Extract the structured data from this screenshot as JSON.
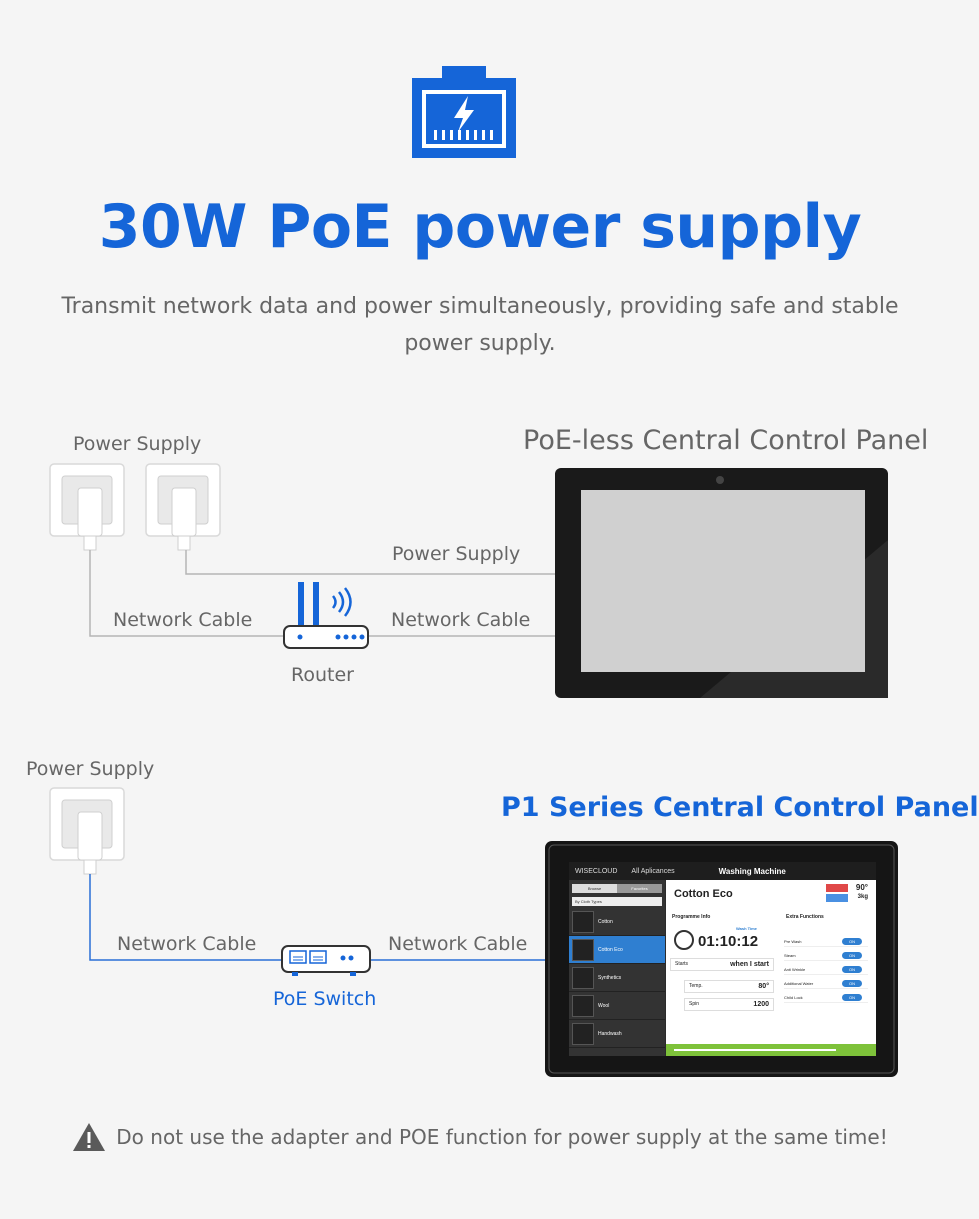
{
  "colors": {
    "accent": "#1565d8",
    "text": "#666666",
    "line_gray": "#b5b5b5",
    "line_blue": "#2a6fd6",
    "background": "#f5f5f5"
  },
  "icons": {
    "hero": "ethernet-port-lightning-icon",
    "warning": "warning-triangle-icon"
  },
  "header": {
    "title": "30W PoE power supply",
    "subtitle": "Transmit network data and power simultaneously, providing safe and stable power supply."
  },
  "diagram_top": {
    "panel_title": "PoE-less Central Control Panel",
    "power_supply_label": "Power Supply",
    "power_supply_line_label": "Power Supply",
    "network_cable_left": "Network Cable",
    "network_cable_right": "Network Cable",
    "router_label": "Router"
  },
  "diagram_bottom": {
    "panel_title": "P1 Series Central Control Panel",
    "power_supply_label": "Power Supply",
    "network_cable_left": "Network Cable",
    "network_cable_right": "Network Cable",
    "switch_label": "PoE Switch"
  },
  "p1_screen": {
    "brand": "WISECLOUD",
    "nav": "All Aplicances",
    "device": "Washing Machine",
    "tabs": [
      "Browse",
      "Favorites"
    ],
    "sort": "By Cloth Types",
    "programs": [
      "Cotton",
      "Cotton Eco",
      "Synthetics",
      "Wool",
      "Handwash"
    ],
    "selected_program": "Cotton Eco",
    "temperature": "90°",
    "weight": "3kg",
    "programme_info_label": "Programme Info",
    "extra_functions_label": "Extra Functions",
    "wash_time_label": "Wash Time",
    "wash_time": "01:10:12",
    "starts_label": "Starts",
    "starts_value": "when I start",
    "temp_label": "Temp.",
    "temp_value": "80°",
    "spin_label": "Spin",
    "spin_value": "1200",
    "extra_functions": [
      "Pre Wash",
      "Steam",
      "Anti Wrinkle",
      "Additional Water",
      "Child Lock"
    ],
    "toggle_label": "ON"
  },
  "warning": {
    "text": "Do not use the adapter and POE function for power supply at the same time!"
  }
}
